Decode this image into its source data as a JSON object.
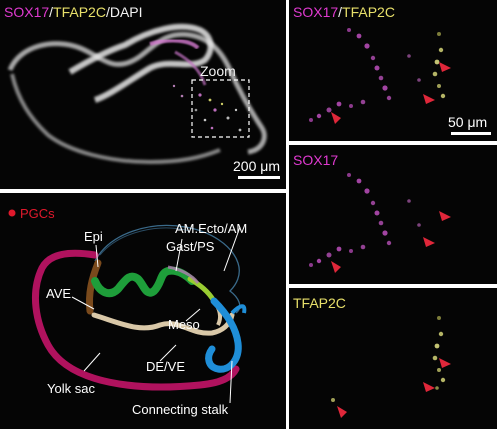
{
  "main_panel": {
    "title_sox17": "SOX17",
    "title_tfap2c": "TFAP2C",
    "title_dapi": "DAPI",
    "zoom_label": "Zoom",
    "scale_label": "200 μm"
  },
  "zoom_panels": [
    {
      "title_a": "SOX17",
      "title_sep": "/",
      "title_b": "TFAP2C",
      "scale_label": "50 μm"
    },
    {
      "title": "SOX17"
    },
    {
      "title": "TFAP2C"
    }
  ],
  "diagram": {
    "legend_label": "PGCs",
    "labels": {
      "epi": "Epi",
      "am_ecto": "AM.Ecto/AM",
      "gast": "Gast/PS",
      "ave": "AVE",
      "meso": "Meso",
      "de_ve": "DE/VE",
      "yolk_sac": "Yolk sac",
      "connecting_stalk": "Connecting stalk"
    }
  },
  "colors": {
    "sox17": "#e03ad0",
    "tfap2c": "#e8e06a",
    "dapi": "#f2f2f2",
    "pgc": "#e0192c",
    "yolk_sac": "#b0125e",
    "epi": "#1e9e3a",
    "ave": "#7a4a1c",
    "meso": "#d9c8a8",
    "connecting_stalk": "#1f8ed8",
    "arrow": "#e0273a"
  }
}
